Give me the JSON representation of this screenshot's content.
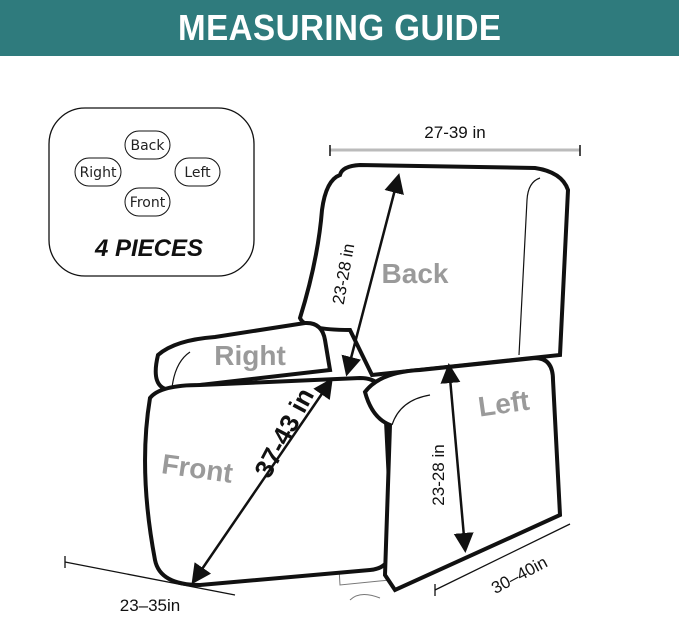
{
  "header": {
    "title": "MEASURING GUIDE",
    "background": "#2f7b7d"
  },
  "legend_box": {
    "pieces": [
      "Back",
      "Right",
      "Left",
      "Front"
    ],
    "caption": "4 PIECES"
  },
  "pieces": {
    "back": "Back",
    "right": "Right",
    "left": "Left",
    "front": "Front"
  },
  "dimensions": {
    "back_width": "27-39 in",
    "back_height": "23-28 in",
    "front_length": "37-43 in",
    "left_height": "23-28 in",
    "front_width": "23–35in",
    "left_depth": "30–40in"
  }
}
